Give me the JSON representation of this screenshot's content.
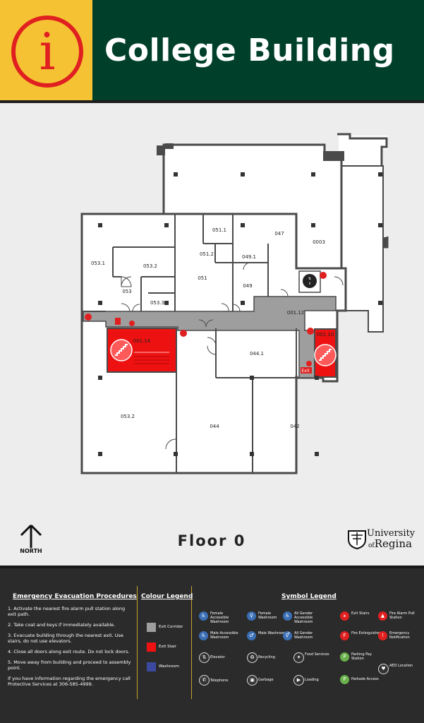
{
  "header": {
    "title": "College Building",
    "info_icon": "info-icon",
    "info_glyph": "i",
    "colors": {
      "bar": "#00402a",
      "info_bg": "#f5c233",
      "info_ring": "#e02020"
    }
  },
  "map": {
    "floor_label": "Floor 0",
    "north_label": "NORTH",
    "logo": {
      "line1": "University",
      "line2_prefix": "of",
      "line2_suffix": "Regina"
    },
    "rooms": [
      "051.1",
      "047",
      "0003",
      "051.2",
      "049.1",
      "053.1",
      "053.2",
      "051",
      "049",
      "053",
      "053.3",
      "001.12",
      "001.14",
      "001.10",
      "044.1",
      "053.2",
      "044",
      "042"
    ],
    "exit_sign": "Exit",
    "colors": {
      "corridor": "#9e9e9e",
      "stair": "#ee1111",
      "wall": "#4a4a4a"
    }
  },
  "legend": {
    "procedures_title": "Emergency Evacuation Procedures",
    "procedures": [
      "1. Activate the nearest fire alarm pull station along exit path.",
      "2. Take coat and keys if immediately available.",
      "3. Evacuate building through the nearest exit. Use stairs, do not use elevators.",
      "4. Close all doors along exit route. Do not lock doors.",
      "5. Move away from building and proceed to assembly point.",
      "If you have information regarding the emergency call Protective Services at 306-585-4999."
    ],
    "colour_title": "Colour Legend",
    "colours": [
      {
        "label": "Exit Corridor",
        "color": "#9e9e9e"
      },
      {
        "label": "Exit Stair",
        "color": "#ee1111"
      },
      {
        "label": "Washroom",
        "color": "#3b4aa0"
      }
    ],
    "symbol_title": "Symbol Legend",
    "symbols": [
      {
        "label": "Female Accessible Washroom",
        "icon": "female-accessible-washroom-icon",
        "glyph": "♿",
        "color": "#3b6fb6"
      },
      {
        "label": "Female Washroom",
        "icon": "female-washroom-icon",
        "glyph": "♀",
        "color": "#3b6fb6"
      },
      {
        "label": "All Gender Accessible Washroom",
        "icon": "all-gender-accessible-washroom-icon",
        "glyph": "♿",
        "color": "#3b6fb6"
      },
      {
        "label": "Exit Stairs",
        "icon": "exit-stairs-icon",
        "glyph": "⚹",
        "color": "#e02020"
      },
      {
        "label": "Fire Alarm Pull Station",
        "icon": "fire-alarm-pull-station-icon",
        "glyph": "▲",
        "color": "#e02020"
      },
      {
        "label": "Male Accessible Washroom",
        "icon": "male-accessible-washroom-icon",
        "glyph": "♿",
        "color": "#3b6fb6"
      },
      {
        "label": "Male Washroom",
        "icon": "male-washroom-icon",
        "glyph": "♂",
        "color": "#3b6fb6"
      },
      {
        "label": "All Gender Washroom",
        "icon": "all-gender-washroom-icon",
        "glyph": "⚥",
        "color": "#3b6fb6"
      },
      {
        "label": "Fire Extinguisher",
        "icon": "fire-extinguisher-icon",
        "glyph": "F",
        "color": "#e02020"
      },
      {
        "label": "Emergency Notification",
        "icon": "emergency-notification-icon",
        "glyph": "!",
        "color": "#e02020"
      },
      {
        "label": "Elevator",
        "icon": "elevator-icon",
        "glyph": "⇅",
        "color": "#333333"
      },
      {
        "label": "Recycling",
        "icon": "recycling-icon",
        "glyph": "♻",
        "color": "#333333"
      },
      {
        "label": "Food Services",
        "icon": "food-services-icon",
        "glyph": "✦",
        "color": "#333333"
      },
      {
        "label": "Parking Pay Station",
        "icon": "parking-pay-station-icon",
        "glyph": "P",
        "color": "#6ab04c"
      },
      {
        "label": "AED Location",
        "icon": "aed-location-icon",
        "glyph": "♥",
        "color": "#333333"
      },
      {
        "label": "Telephone",
        "icon": "telephone-icon",
        "glyph": "✆",
        "color": "#333333"
      },
      {
        "label": "Garbage",
        "icon": "garbage-icon",
        "glyph": "▣",
        "color": "#333333"
      },
      {
        "label": "Loading",
        "icon": "loading-icon",
        "glyph": "▶",
        "color": "#333333"
      },
      {
        "label": "Parkade Access",
        "icon": "parkade-access-icon",
        "glyph": "P",
        "color": "#6ab04c"
      }
    ]
  }
}
